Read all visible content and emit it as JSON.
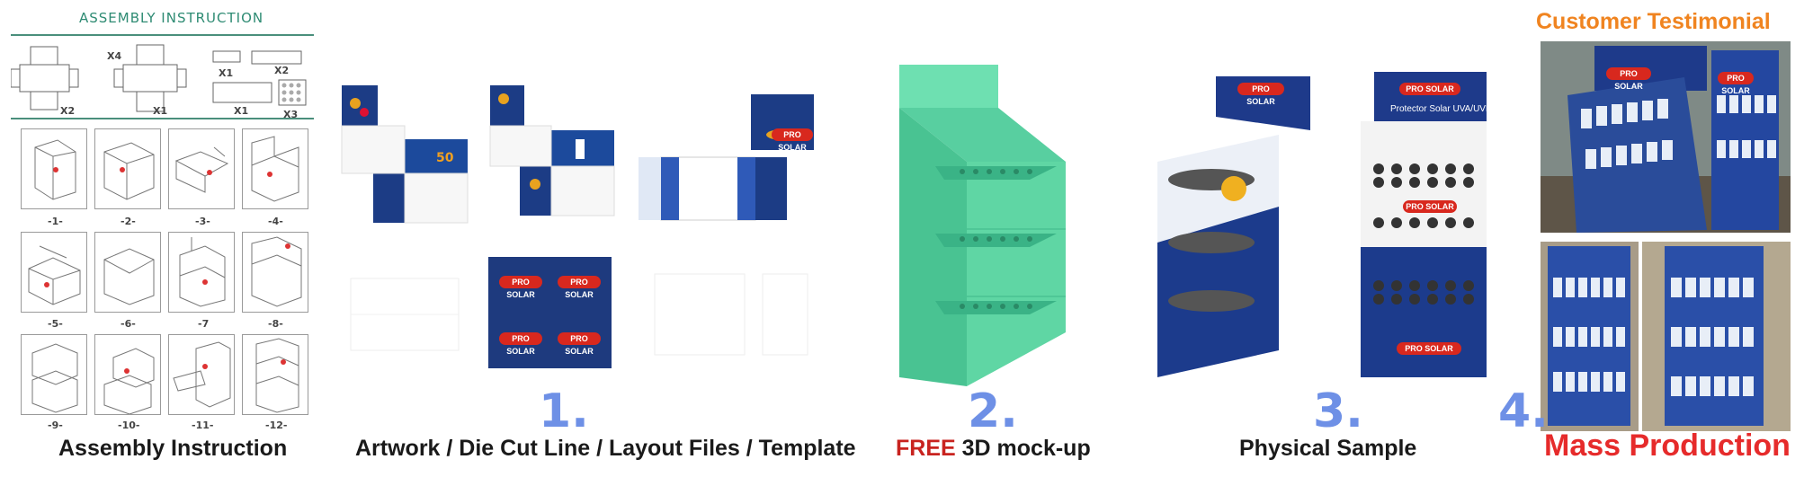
{
  "assembly": {
    "header": "ASSEMBLY INSTRUCTION",
    "parts": [
      "X4",
      "X1",
      "X2",
      "X2",
      "X1",
      "X1",
      "X3"
    ],
    "steps": [
      "-1-",
      "-2-",
      "-3-",
      "-4-",
      "-5-",
      "-6-",
      "-7",
      "-8-",
      "-9-",
      "-10-",
      "-11-",
      "-12-"
    ],
    "caption": "Assembly Instruction"
  },
  "artwork": {
    "brand": "PRO SOLAR",
    "caption": "Artwork / Die Cut Line / Layout Files / Template",
    "step": "1."
  },
  "mockup": {
    "free": "FREE",
    "rest": " 3D mock-up",
    "step": "2."
  },
  "sample": {
    "brand": "PRO SOLAR",
    "subline": "Protector Solar UVA/UVB",
    "caption": "Physical Sample",
    "step": "3."
  },
  "production": {
    "title": "Customer Testimonial",
    "step": "4.",
    "caption": "Mass Production"
  },
  "colors": {
    "green": "#2e8b73",
    "step_blue": "#6e90e6",
    "free_red": "#c8231f",
    "testimonial_orange": "#f08420",
    "mass_red": "#e62b2b",
    "mockup_green": "#5fd6a4",
    "navy": "#1c2f6e"
  }
}
